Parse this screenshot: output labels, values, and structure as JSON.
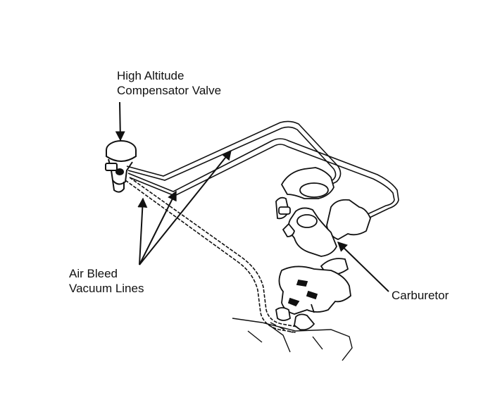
{
  "labels": {
    "valve": [
      "High Altitude",
      "Compensator Valve"
    ],
    "air_bleed": [
      "Air Bleed",
      "Vacuum Lines"
    ],
    "carburetor": "Carburetor"
  },
  "colors": {
    "ink": "#111111",
    "background": "#ffffff"
  }
}
